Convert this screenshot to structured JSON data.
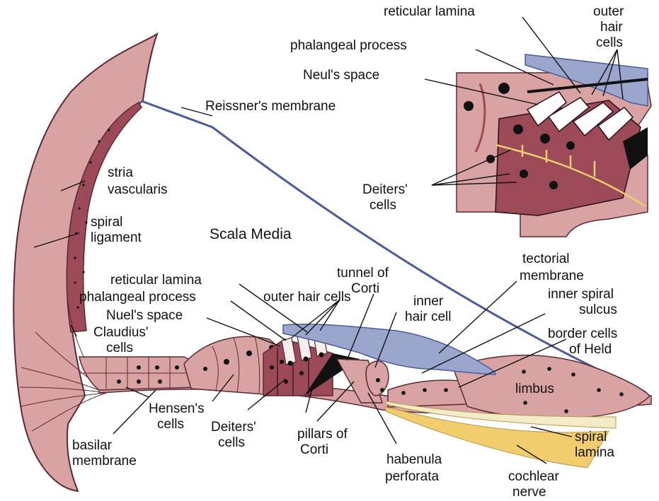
{
  "colors": {
    "tissue": "#d9a3a3",
    "tissue_dark": "#9c4a58",
    "tissue_outline": "#5a2a33",
    "membrane_blue": "#9aa6cc",
    "membrane_line": "#4b5c9c",
    "nerve_yellow": "#f2cd6e",
    "lamina_cream": "#f3ecc9",
    "nucleus": "#111111",
    "label": "#111111"
  },
  "main_labels": {
    "reissners_membrane": "Reissner's membrane",
    "stria_1": "stria",
    "stria_2": "vascularis",
    "spiral_1": "spiral",
    "spiral_2": "ligament",
    "scala_media": "Scala Media",
    "reticular_lamina": "reticular lamina",
    "phalangeal_process": "phalangeal process",
    "nuels_space": "Nuel's space",
    "claudius_1": "Claudius'",
    "claudius_2": "cells",
    "tunnel_1": "tunnel of",
    "tunnel_2": "Corti",
    "outer_hair_cells": "outer hair cells",
    "inner_hair_1": "inner",
    "inner_hair_2": "hair cell",
    "tectorial_1": "tectorial",
    "tectorial_2": "membrane",
    "inner_spiral_1": "inner spiral",
    "inner_spiral_2": "sulcus",
    "border_1": "border cells",
    "border_2": "of Held",
    "limbus": "limbus",
    "hensens_1": "Hensen's",
    "hensens_2": "cells",
    "deiters_1": "Deiters'",
    "deiters_2": "cells",
    "basilar_1": "basilar",
    "basilar_2": "membrane",
    "pillars_1": "pillars of",
    "pillars_2": "Corti",
    "habenula_1": "habenula",
    "habenula_2": "perforata",
    "spiral_lamina_1": "spiral",
    "spiral_lamina_2": "lamina",
    "cochlear_1": "cochlear",
    "cochlear_2": "nerve"
  },
  "inset_labels": {
    "reticular_lamina": "reticular lamina",
    "outer_hair_1": "outer",
    "outer_hair_2": "hair",
    "outer_hair_3": "cells",
    "phalangeal_process": "phalangeal process",
    "neuls_space": "Neul's space",
    "deiters_1": "Deiters'",
    "deiters_2": "cells"
  }
}
